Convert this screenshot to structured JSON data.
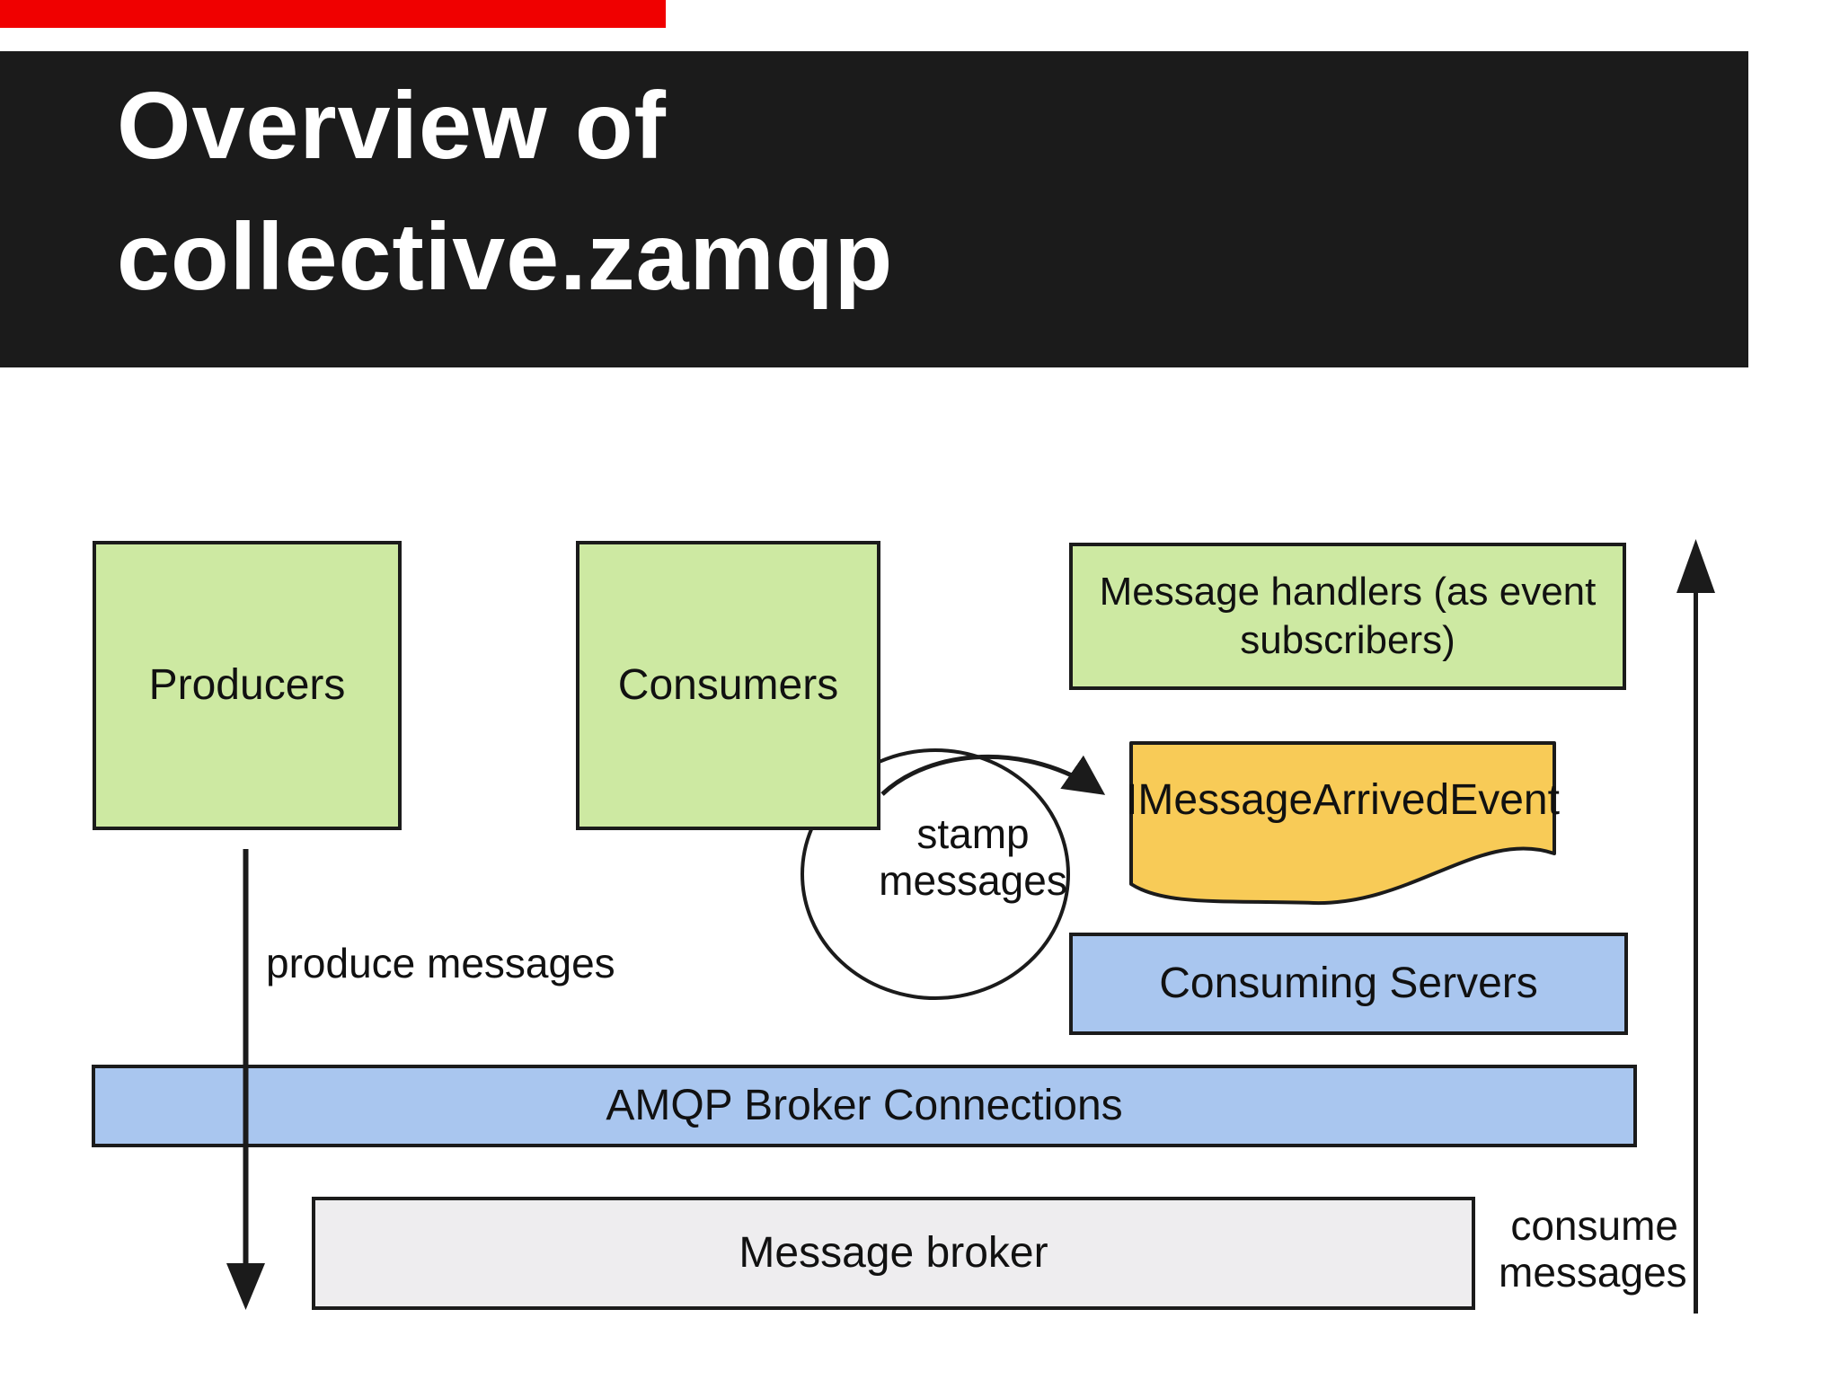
{
  "header": {
    "title_line1": "Overview of",
    "title_line2": "collective.zamqp"
  },
  "colors": {
    "header_bg": "#1b1b1b",
    "title_text": "#ffffff",
    "box_green": "#cde9a2",
    "box_blue": "#a9c6ef",
    "note_yellow": "#f8cb57",
    "box_gray": "#eeedef",
    "outline_black": "#1b1b1b",
    "top_strip_red": "#f00000"
  },
  "boxes": {
    "producers": {
      "label": "Producers"
    },
    "consumers": {
      "label": "Consumers"
    },
    "message_handlers": {
      "line1": "Message handlers",
      "line2": "(as event subscribers)"
    },
    "event_note": {
      "label": "IMessageArrivedEvent"
    },
    "consuming_servers": {
      "label": "Consuming Servers"
    },
    "amqp": {
      "label": "AMQP Broker Connections"
    },
    "broker": {
      "label": "Message broker"
    }
  },
  "annotations": {
    "produce": {
      "label": "produce messages"
    },
    "stamp": {
      "line1": "stamp",
      "line2": "messages"
    },
    "consume": {
      "line1": "consume",
      "line2": "messages"
    }
  }
}
